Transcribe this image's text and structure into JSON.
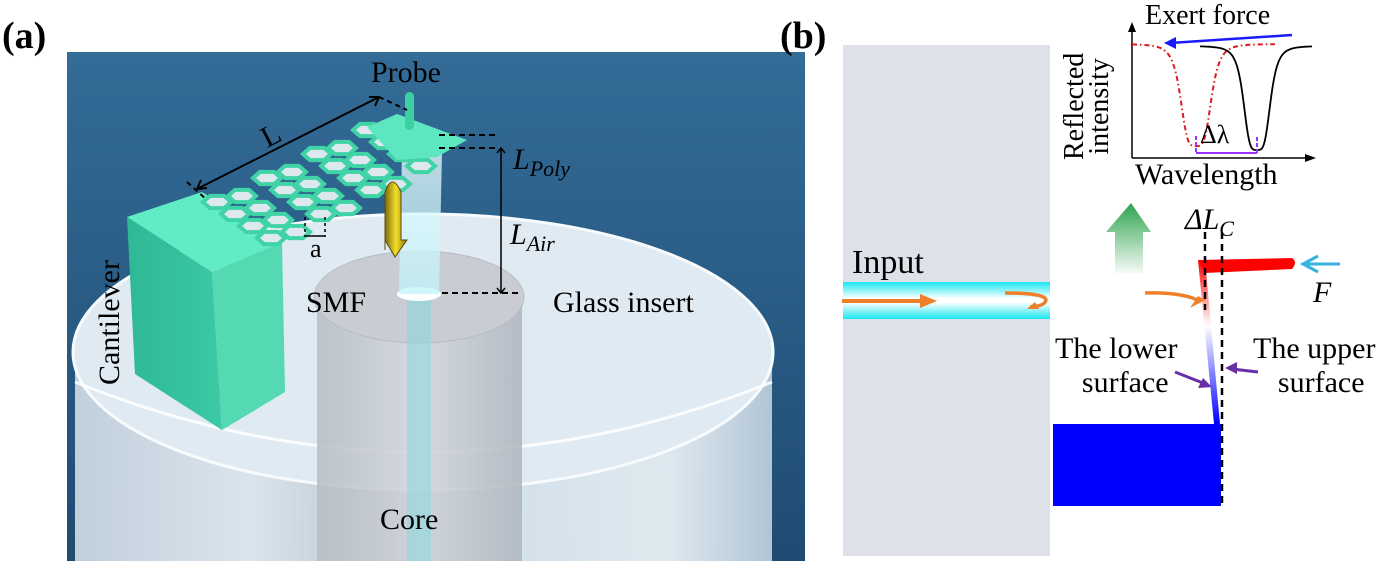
{
  "figure": {
    "panel_a": {
      "label": "(a)",
      "annotations": {
        "probe": "Probe",
        "length": "L",
        "pitch": "a",
        "cantilever": "Cantilever",
        "smf": "SMF",
        "glass_insert": "Glass insert",
        "core": "Core",
        "l_poly_main": "L",
        "l_poly_sub": "Poly",
        "l_air_main": "L",
        "l_air_sub": "Air"
      },
      "colors": {
        "background": "#2c5f8a",
        "cantilever": "#5ee6c0",
        "glass": "#dbe8f0",
        "reflection_arrow": "#e3c21a"
      }
    },
    "panel_b": {
      "label": "(b)",
      "annotations": {
        "input": "Input",
        "delta_lc_main": "ΔL",
        "delta_lc_sub": "C",
        "force": "F",
        "lower_surface_line1": "The lower",
        "lower_surface_line2": "surface",
        "upper_surface_line1": "The upper",
        "upper_surface_line2": "surface"
      },
      "inset_plot": {
        "title": "Exert force",
        "ylabel_line1": "Reflected",
        "ylabel_line2": "intensity",
        "xlabel": "Wavelength",
        "shift_label": "Δλ",
        "curves": [
          {
            "name": "before-force",
            "style": "solid",
            "color": "#000000"
          },
          {
            "name": "after-force",
            "style": "dash-dot",
            "color": "#e0191e"
          }
        ]
      },
      "colors": {
        "fiber_block": "#dfe1ea",
        "fiber_core": "#19e6f0",
        "light_arrow": "#f07f2a",
        "beam_red": "#ff0000",
        "base_blue": "#0000ff",
        "force_arrow": "#35b3e0",
        "surface_arrows": "#6a2fa8",
        "shift_bracket": "#9933ff",
        "up_arrow": "#2fa34f",
        "exert_arrow": "#1a1aff"
      }
    }
  }
}
